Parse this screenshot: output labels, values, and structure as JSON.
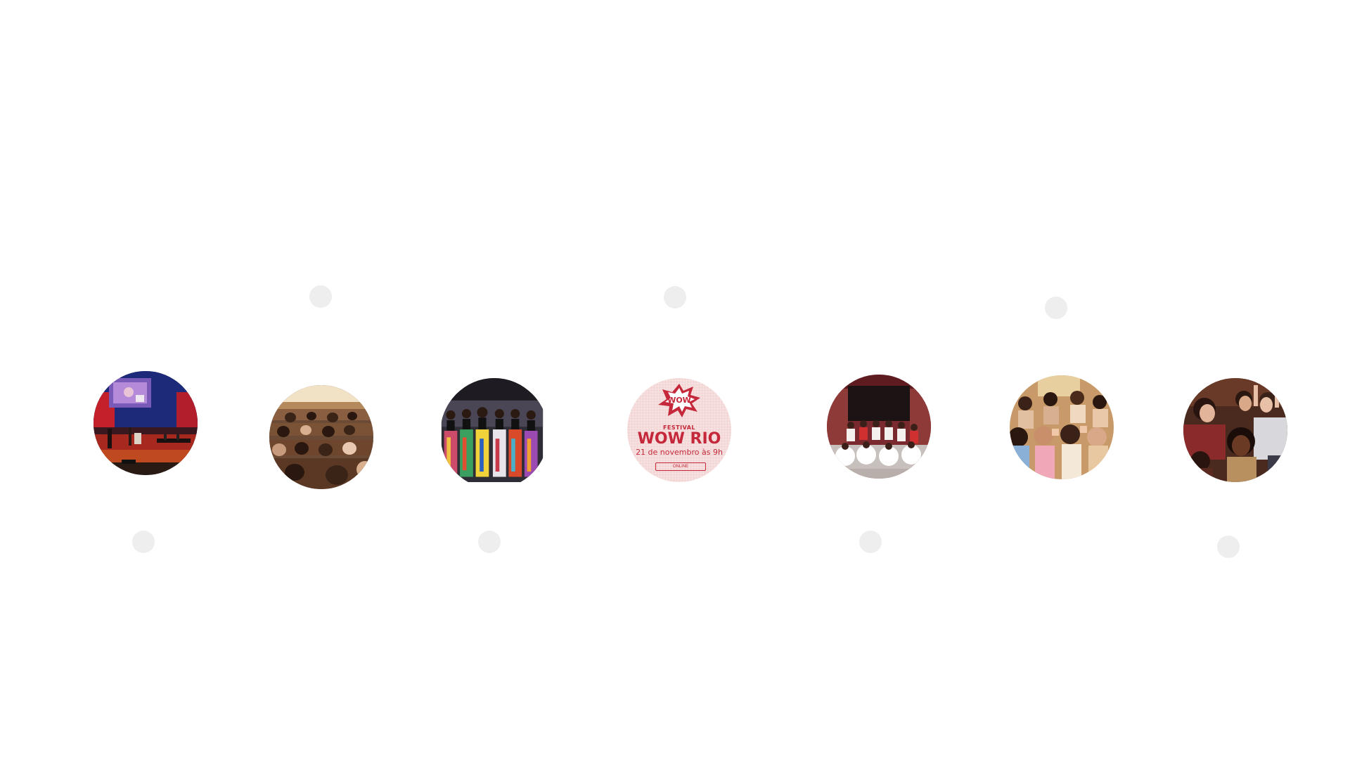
{
  "gallery": {
    "items": [
      {
        "id": "stage-event-photo"
      },
      {
        "id": "auditorium-audience-photo"
      },
      {
        "id": "performers-colorful-skirts-photo"
      },
      {
        "id": "festival-poster"
      },
      {
        "id": "group-stage-photo"
      },
      {
        "id": "clapping-audience-photo"
      },
      {
        "id": "cheering-crowd-photo"
      }
    ],
    "poster": {
      "badge": "WOW",
      "festival_label": "FESTIVAL",
      "title": "WOW RIO",
      "date": "21 de novembro às 9h",
      "online_label": "ONLINE",
      "brand_color": "#c4283a",
      "background_color": "#f3d7d6"
    },
    "decor_dot_color": "#eeeeee"
  }
}
